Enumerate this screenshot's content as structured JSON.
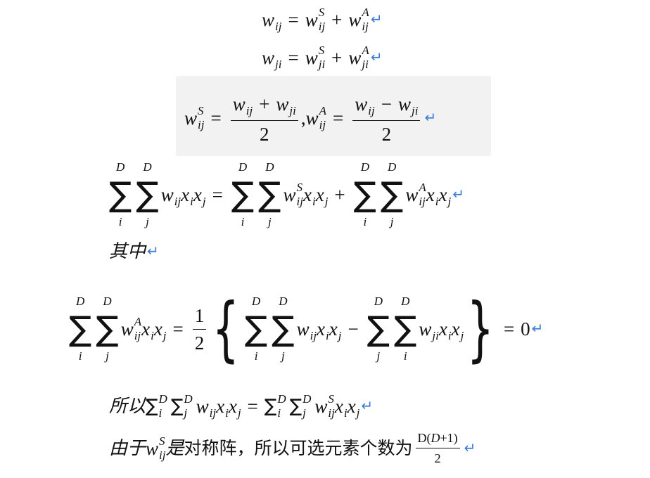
{
  "colors": {
    "return_mark": "#3a7bd5",
    "box": "#f2f2f2"
  },
  "lines": [
    {
      "name": "equation-w-ij",
      "tokens": [
        {
          "v": "w",
          "sub": "ij"
        },
        {
          "o": "="
        },
        {
          "v": "w",
          "sub": "ij",
          "sup": "S"
        },
        {
          "o": "+"
        },
        {
          "v": "w",
          "sub": "ij",
          "sup": "A"
        },
        {
          "ret": "↵"
        }
      ]
    },
    {
      "name": "equation-w-ji",
      "tokens": [
        {
          "v": "w",
          "sub": "ji"
        },
        {
          "o": "="
        },
        {
          "v": "w",
          "sub": "ji",
          "sup": "S"
        },
        {
          "o": "+"
        },
        {
          "v": "w",
          "sub": "ji",
          "sup": "A"
        },
        {
          "ret": "↵"
        }
      ]
    },
    {
      "name": "equation-symmetric-antisymmetric",
      "tokens": [
        {
          "v": "w",
          "sub": "ij",
          "sup": "S"
        },
        {
          "o": "="
        },
        {
          "frac": [
            [
              {
                "v": "w",
                "sub": "ij"
              },
              {
                "o": "+"
              },
              {
                "v": "w",
                "sub": "ji"
              }
            ],
            [
              {
                "t": "2"
              }
            ]
          ]
        },
        {
          "t": ","
        },
        {
          "v": " w",
          "sub": "ij",
          "sup": "A"
        },
        {
          "o": "="
        },
        {
          "frac": [
            [
              {
                "v": "w",
                "sub": "ij"
              },
              {
                "o": "−"
              },
              {
                "v": "w",
                "sub": "ji"
              }
            ],
            [
              {
                "t": "2"
              }
            ]
          ]
        },
        {
          "ret": "↵"
        }
      ]
    },
    {
      "name": "equation-sum-decomposition",
      "tokens": [
        {
          "sum": "D",
          "bot": "i"
        },
        {
          "sum": "D",
          "bot": "j"
        },
        {
          "v": "w",
          "sub": "ij"
        },
        {
          "v": "x",
          "sub": "i"
        },
        {
          "v": "x",
          "sub": "j"
        },
        {
          "o": "="
        },
        {
          "sum": "D",
          "bot": "i"
        },
        {
          "sum": "D",
          "bot": "j"
        },
        {
          "v": "w",
          "sub": "ij",
          "sup": "S"
        },
        {
          "v": "x",
          "sub": "i"
        },
        {
          "v": "x",
          "sub": "j"
        },
        {
          "o": "+"
        },
        {
          "sum": "D",
          "bot": "i"
        },
        {
          "sum": "D",
          "bot": "j"
        },
        {
          "v": "w",
          "sub": "ij",
          "sup": "A"
        },
        {
          "v": "x",
          "sub": "i"
        },
        {
          "v": "x",
          "sub": "j"
        },
        {
          "ret": "↵"
        }
      ]
    },
    {
      "name": "text-where",
      "tokens": [
        {
          "cjk": "其中"
        },
        {
          "ret": "↵"
        }
      ]
    },
    {
      "name": "equation-antisymmetric-zero",
      "tokens": [
        {
          "sum": "D",
          "bot": "i"
        },
        {
          "sum": "D",
          "bot": "j"
        },
        {
          "v": "w",
          "sub": "ij",
          "sup": "A"
        },
        {
          "v": "x",
          "sub": "i"
        },
        {
          "v": "x",
          "sub": "j"
        },
        {
          "o": "="
        },
        {
          "frac": [
            [
              {
                "t": "1"
              }
            ],
            [
              {
                "t": "2"
              }
            ]
          ]
        },
        {
          "brace": "{"
        },
        {
          "sum": "D",
          "bot": "i"
        },
        {
          "sum": "D",
          "bot": "j"
        },
        {
          "v": "w",
          "sub": "ij"
        },
        {
          "v": "x",
          "sub": "i"
        },
        {
          "v": "x",
          "sub": "j"
        },
        {
          "o": "−"
        },
        {
          "sum": "D",
          "bot": "j"
        },
        {
          "sum": "D",
          "bot": "i"
        },
        {
          "v": "w",
          "sub": "ji"
        },
        {
          "v": "x",
          "sub": "i"
        },
        {
          "v": "x",
          "sub": "j"
        },
        {
          "brace": "}"
        },
        {
          "o": "="
        },
        {
          "t": "0"
        },
        {
          "ret": "↵"
        }
      ]
    },
    {
      "name": "text-therefore",
      "tokens": [
        {
          "cjk": "所以"
        },
        {
          "sumi": "D",
          "sub": "i"
        },
        {
          "sumi": "D",
          "sub": "j"
        },
        {
          "v": "w",
          "sub": "ij"
        },
        {
          "v": "x",
          "sub": "i"
        },
        {
          "v": "x",
          "sub": "j"
        },
        {
          "o": "="
        },
        {
          "sumi": "D",
          "sub": "i"
        },
        {
          "sumi": "D",
          "sub": "j"
        },
        {
          "v": "w",
          "sub": "ij",
          "sup": "S"
        },
        {
          "v": "x",
          "sub": "i"
        },
        {
          "v": "x",
          "sub": "j"
        },
        {
          "ret": "↵"
        }
      ]
    },
    {
      "name": "text-symmetric-count",
      "tokens": [
        {
          "cjk": "由于"
        },
        {
          "v": "w",
          "sub": "ij",
          "sup": "S"
        },
        {
          "cjk": "是"
        },
        {
          "cjk2": "对称阵，所以可选元素个数为 "
        },
        {
          "fracs": [
            [
              {
                "t": "D("
              },
              {
                "v": "D"
              },
              {
                "t": "+1)"
              }
            ],
            [
              {
                "t": "2"
              }
            ]
          ]
        },
        {
          "ret": "↵"
        }
      ]
    }
  ]
}
